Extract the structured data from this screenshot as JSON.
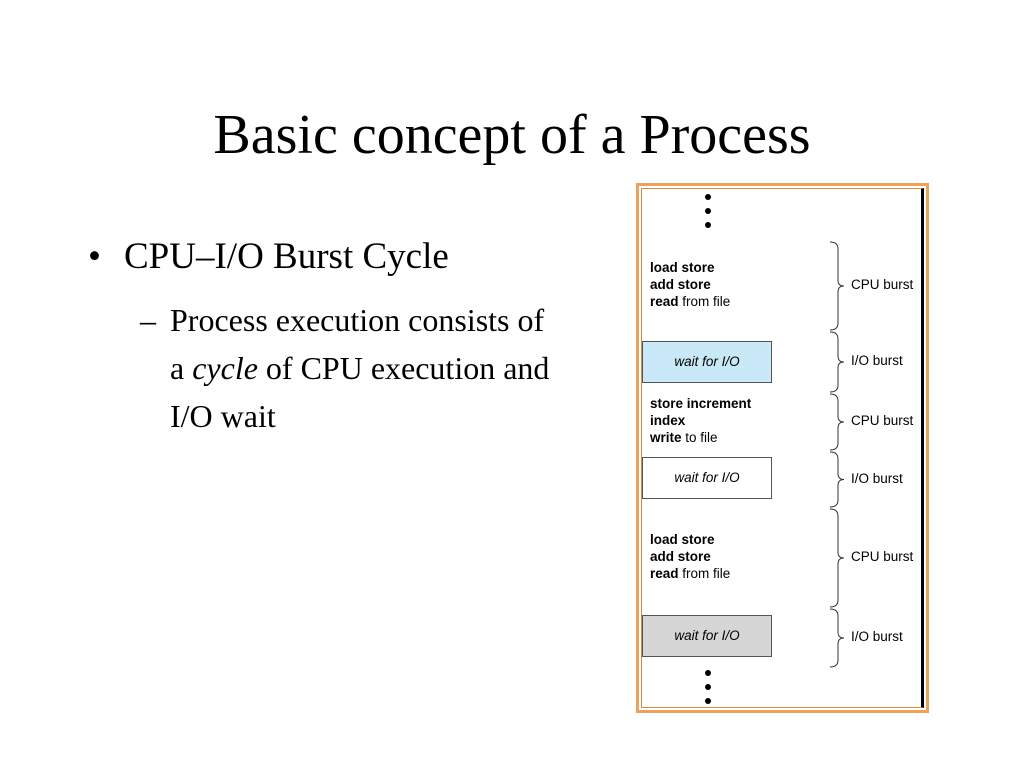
{
  "title": "Basic concept of a Process",
  "bullets": {
    "level1": "CPU–I/O Burst Cycle",
    "level2": {
      "dash": "–",
      "part1": "Process execution consists of a ",
      "emph": "cycle",
      "part2": " of CPU execution and I/O wait"
    }
  },
  "diagram": {
    "frame_color": "#e8a45a",
    "blocks": [
      {
        "type": "code",
        "lines": [
          {
            "bold": "load store",
            "normal": ""
          },
          {
            "bold": "add store",
            "normal": ""
          },
          {
            "bold": "read",
            "normal": " from file"
          }
        ],
        "burst": "CPU burst"
      },
      {
        "type": "wait",
        "label": "wait for I/O",
        "fill": "#c9e9f8",
        "burst": "I/O burst"
      },
      {
        "type": "code",
        "lines": [
          {
            "bold": "store increment",
            "normal": ""
          },
          {
            "bold": "index",
            "normal": ""
          },
          {
            "bold": "write",
            "normal": " to file"
          }
        ],
        "burst": "CPU burst"
      },
      {
        "type": "wait",
        "label": "wait for I/O",
        "fill": "#ffffff",
        "burst": "I/O burst"
      },
      {
        "type": "code",
        "lines": [
          {
            "bold": "load store",
            "normal": ""
          },
          {
            "bold": "add store",
            "normal": ""
          },
          {
            "bold": "read",
            "normal": " from file"
          }
        ],
        "burst": "CPU burst"
      },
      {
        "type": "wait",
        "label": "wait for I/O",
        "fill": "#d6d6d6",
        "burst": "I/O burst"
      }
    ]
  }
}
